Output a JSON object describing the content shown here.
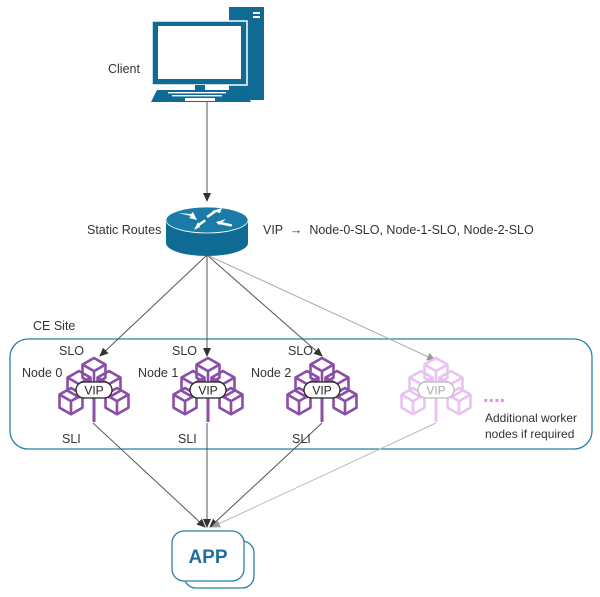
{
  "colors": {
    "device_blue": "#0f6a94",
    "site_border": "#2a7fa8",
    "node_purple": "#8a4fa6",
    "node_faded": "#e9c4f3",
    "arrow_dark": "#444444",
    "arrow_light": "#a8a8a8",
    "app_border": "#2a7fa8",
    "app_text": "#1f6f9a",
    "dots": "#e58cf0"
  },
  "client": {
    "label": "Client",
    "icon": "desktop-computer-icon"
  },
  "router": {
    "label": "Static Routes",
    "icon": "router-icon"
  },
  "route_rule": {
    "text": "VIP  →  Node-0-SLO, Node-1-SLO, Node-2-SLO"
  },
  "site": {
    "label": "CE Site"
  },
  "nodes": [
    {
      "name": "Node 0",
      "top": "SLO",
      "bottom": "SLI",
      "vip": "VIP",
      "faded": false
    },
    {
      "name": "Node 1",
      "top": "SLO",
      "bottom": "SLI",
      "vip": "VIP",
      "faded": false
    },
    {
      "name": "Node 2",
      "top": "SLO",
      "bottom": "SLI",
      "vip": "VIP",
      "faded": false
    },
    {
      "name": "",
      "top": "",
      "bottom": "",
      "vip": "VIP",
      "faded": true
    }
  ],
  "additional": {
    "dots": "....",
    "line1": "Additional worker",
    "line2": "nodes if required"
  },
  "app": {
    "label": "APP"
  }
}
